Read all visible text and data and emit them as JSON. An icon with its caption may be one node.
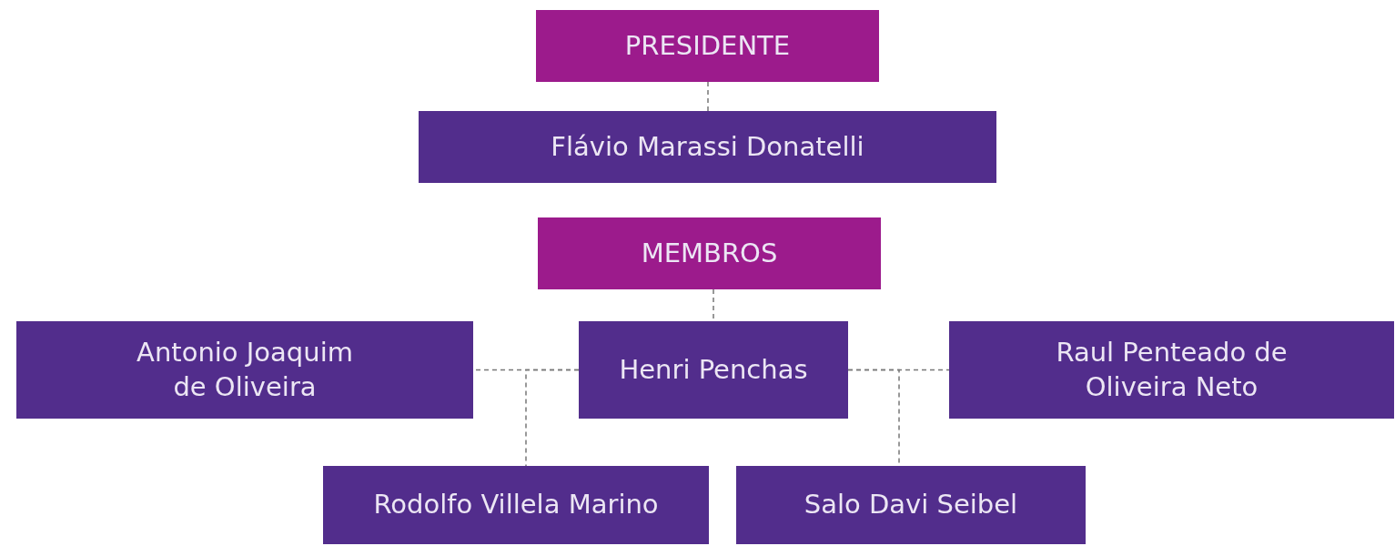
{
  "diagram": {
    "nodes": [
      {
        "text": [
          "PRESIDENTE"
        ]
      },
      {
        "text": [
          "Flávio Marassi Donatelli"
        ]
      },
      {
        "text": [
          "MEMBROS"
        ]
      },
      {
        "text": [
          "Antonio Joaquim de Oliveira"
        ]
      },
      {
        "text": [
          "Henri Penchas"
        ]
      },
      {
        "text": [
          "Raul Penteado de Oliveira Neto"
        ]
      },
      {
        "text": [
          "Rodolfo Villela Marino"
        ]
      },
      {
        "text": [
          "Salo Davi Seibel"
        ]
      }
    ],
    "edges": [
      {
        "from": 0,
        "to": 1,
        "arrow": "none",
        "style": "dashed"
      },
      {
        "from": 2,
        "to": 4,
        "arrow": "none",
        "style": "dashed"
      },
      {
        "from": 4,
        "to": 3,
        "arrow": "none",
        "style": "dashed"
      },
      {
        "from": 4,
        "to": 5,
        "arrow": "none",
        "style": "dashed"
      },
      {
        "from": 4,
        "to": 6,
        "arrow": "none",
        "style": "dashed"
      },
      {
        "from": 4,
        "to": 7,
        "arrow": "none",
        "style": "dashed"
      }
    ]
  }
}
